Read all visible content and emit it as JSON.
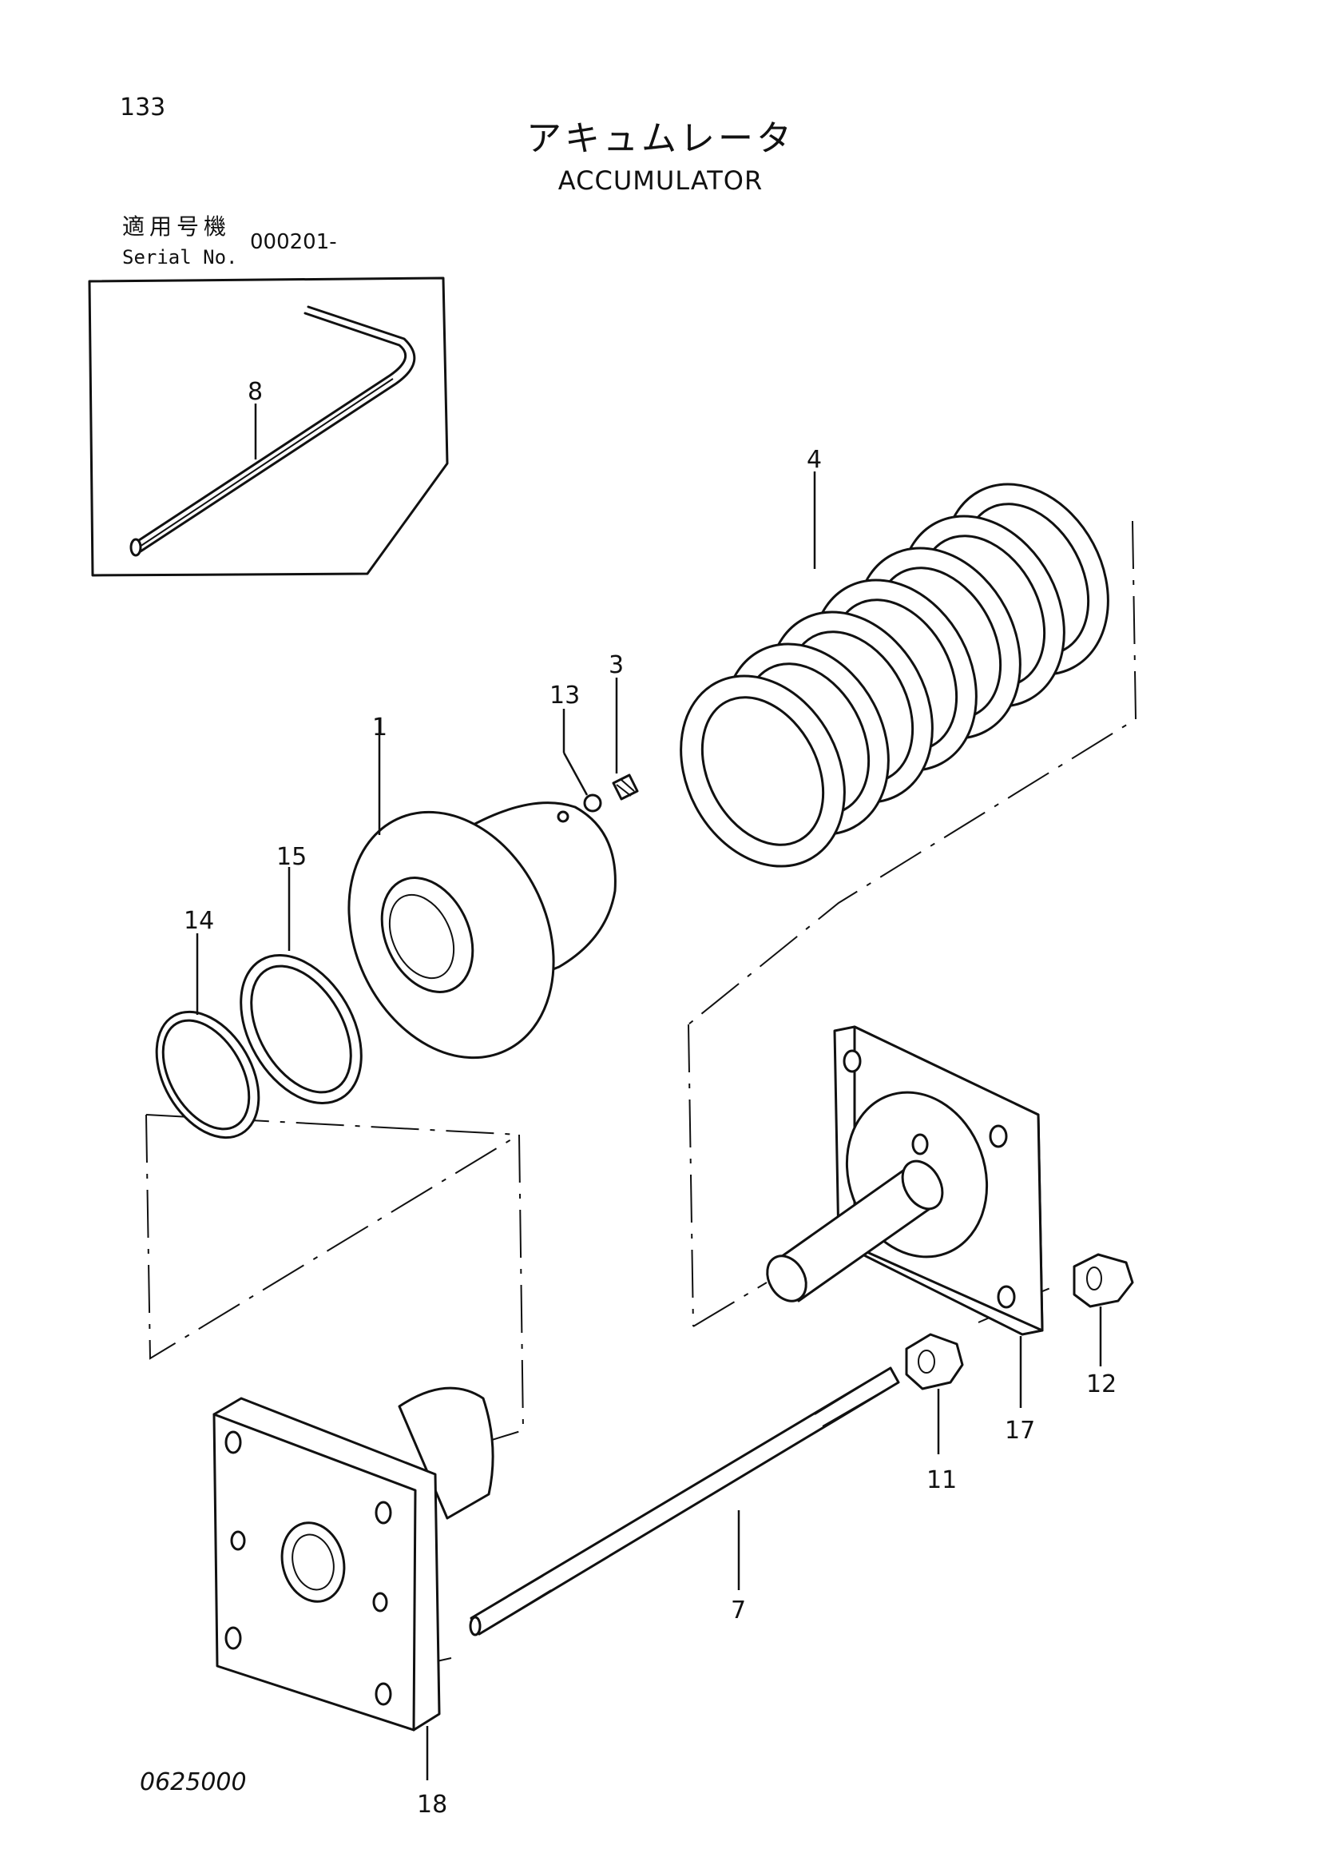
{
  "header": {
    "page_number": "133",
    "title_jp": "アキュムレータ",
    "title_en": "ACCUMULATOR"
  },
  "serial": {
    "label_jp": "適用号機",
    "label_en": "Serial No.",
    "value": "000201-"
  },
  "callouts": {
    "part_1": "1",
    "part_3": "3",
    "part_4": "4",
    "part_7": "7",
    "part_8": "8",
    "part_11": "11",
    "part_12": "12",
    "part_13": "13",
    "part_14": "14",
    "part_15": "15",
    "part_17": "17",
    "part_18": "18"
  },
  "footer": {
    "drawing_code": "0625000"
  },
  "colors": {
    "ink": "#111111",
    "paper": "#ffffff"
  }
}
